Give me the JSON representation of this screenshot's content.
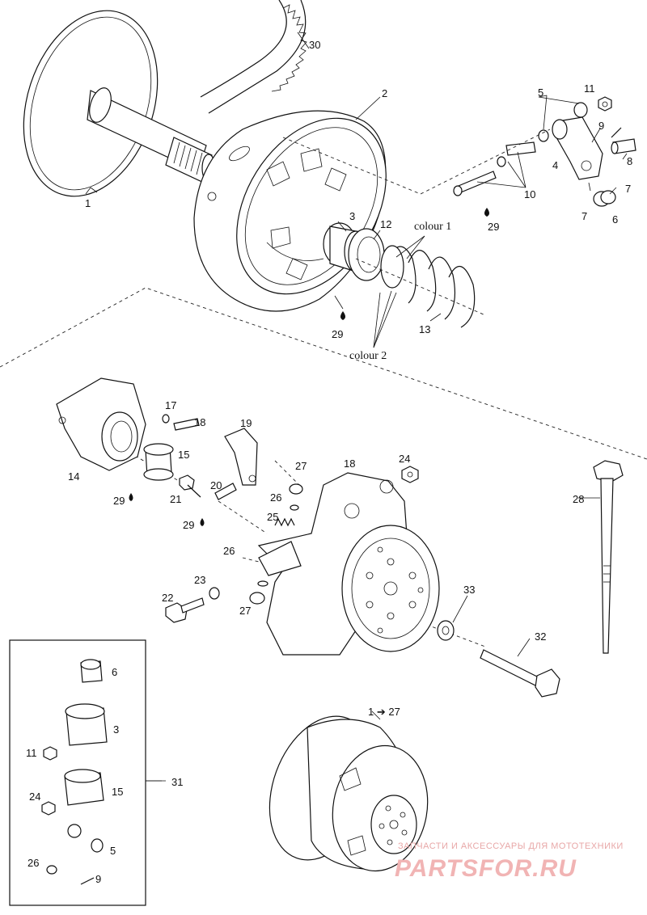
{
  "diagram": {
    "callouts": {
      "c1": "1",
      "c2": "2",
      "c3": "3",
      "c4": "4",
      "c5": "5",
      "c6": "6",
      "c7a": "7",
      "c7b": "7",
      "c8": "8",
      "c9": "9",
      "c10": "10",
      "c11": "11",
      "c12": "12",
      "c13": "13",
      "c14": "14",
      "c15": "15",
      "c17": "17",
      "c18a": "18",
      "c18b": "18",
      "c19": "19",
      "c20": "20",
      "c21": "21",
      "c22": "22",
      "c23": "23",
      "c24": "24",
      "c25": "25",
      "c26a": "26",
      "c26b": "26",
      "c27a": "27",
      "c27b": "27",
      "c28": "28",
      "c29a": "29",
      "c29b": "29",
      "c29c": "29",
      "c29d": "29",
      "c30": "30",
      "c31": "31",
      "c32": "32",
      "c33": "33",
      "c127": "1 ➔ 27",
      "k6": "6",
      "k3": "3",
      "k11": "11",
      "k15": "15",
      "k24": "24",
      "k5": "5",
      "k26": "26",
      "k9": "9"
    },
    "colour_labels": {
      "colour1": "colour 1",
      "colour2": "colour 2"
    }
  },
  "watermark": {
    "tagline": "ЗАПЧАСТИ И АКСЕССУАРЫ ДЛЯ МОТОТЕХНИКИ",
    "logo": "PARTSFOR.RU",
    "color": "#f1b4b4"
  }
}
